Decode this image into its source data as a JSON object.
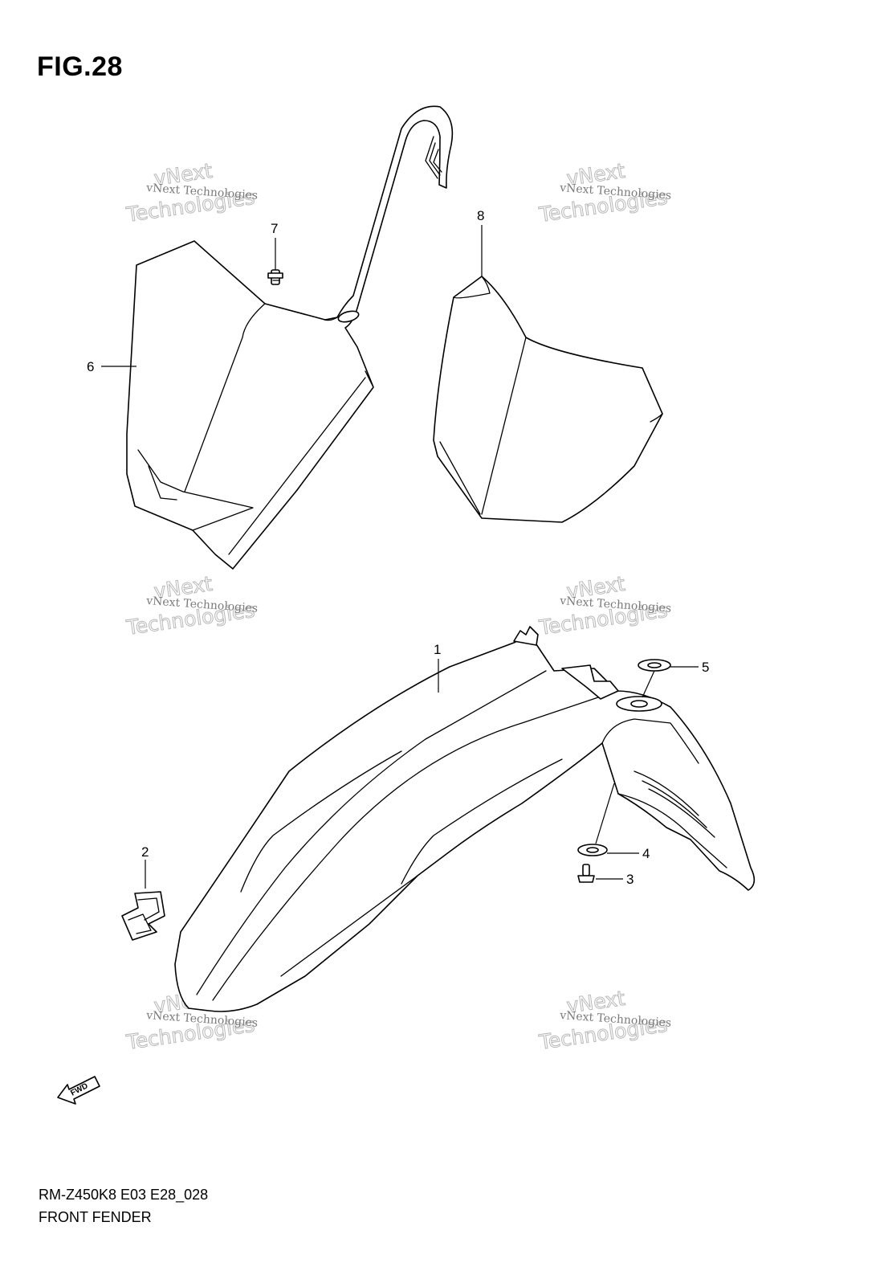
{
  "figure": {
    "title": "FIG.28"
  },
  "callouts": [
    {
      "id": "1",
      "label": "1"
    },
    {
      "id": "2",
      "label": "2"
    },
    {
      "id": "3",
      "label": "3"
    },
    {
      "id": "4",
      "label": "4"
    },
    {
      "id": "5",
      "label": "5"
    },
    {
      "id": "6",
      "label": "6"
    },
    {
      "id": "7",
      "label": "7"
    },
    {
      "id": "8",
      "label": "8"
    }
  ],
  "watermark": {
    "line_small": "vNext Technologies",
    "line_big_a": "vNext",
    "line_big_b": "Technologies"
  },
  "fwd_marker": {
    "label": "FWD",
    "icon": "forward-arrow-icon"
  },
  "footer": {
    "code": "RM-Z450K8 E03 E28_028",
    "name": "FRONT FENDER"
  }
}
